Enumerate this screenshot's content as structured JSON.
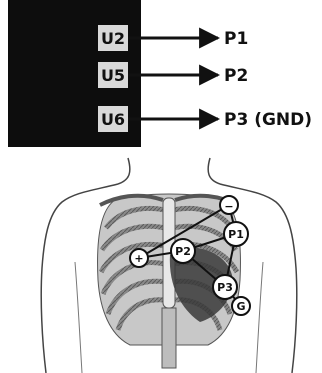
{
  "module": {
    "pins": [
      {
        "label": "U2",
        "target": "P1"
      },
      {
        "label": "U5",
        "target": "P2"
      },
      {
        "label": "U6",
        "target": "P3 (GND)"
      }
    ]
  },
  "electrodes": {
    "p1": "P1",
    "p2": "P2",
    "p3": "P3",
    "negative": "−",
    "positive": "+",
    "ground": "G"
  }
}
